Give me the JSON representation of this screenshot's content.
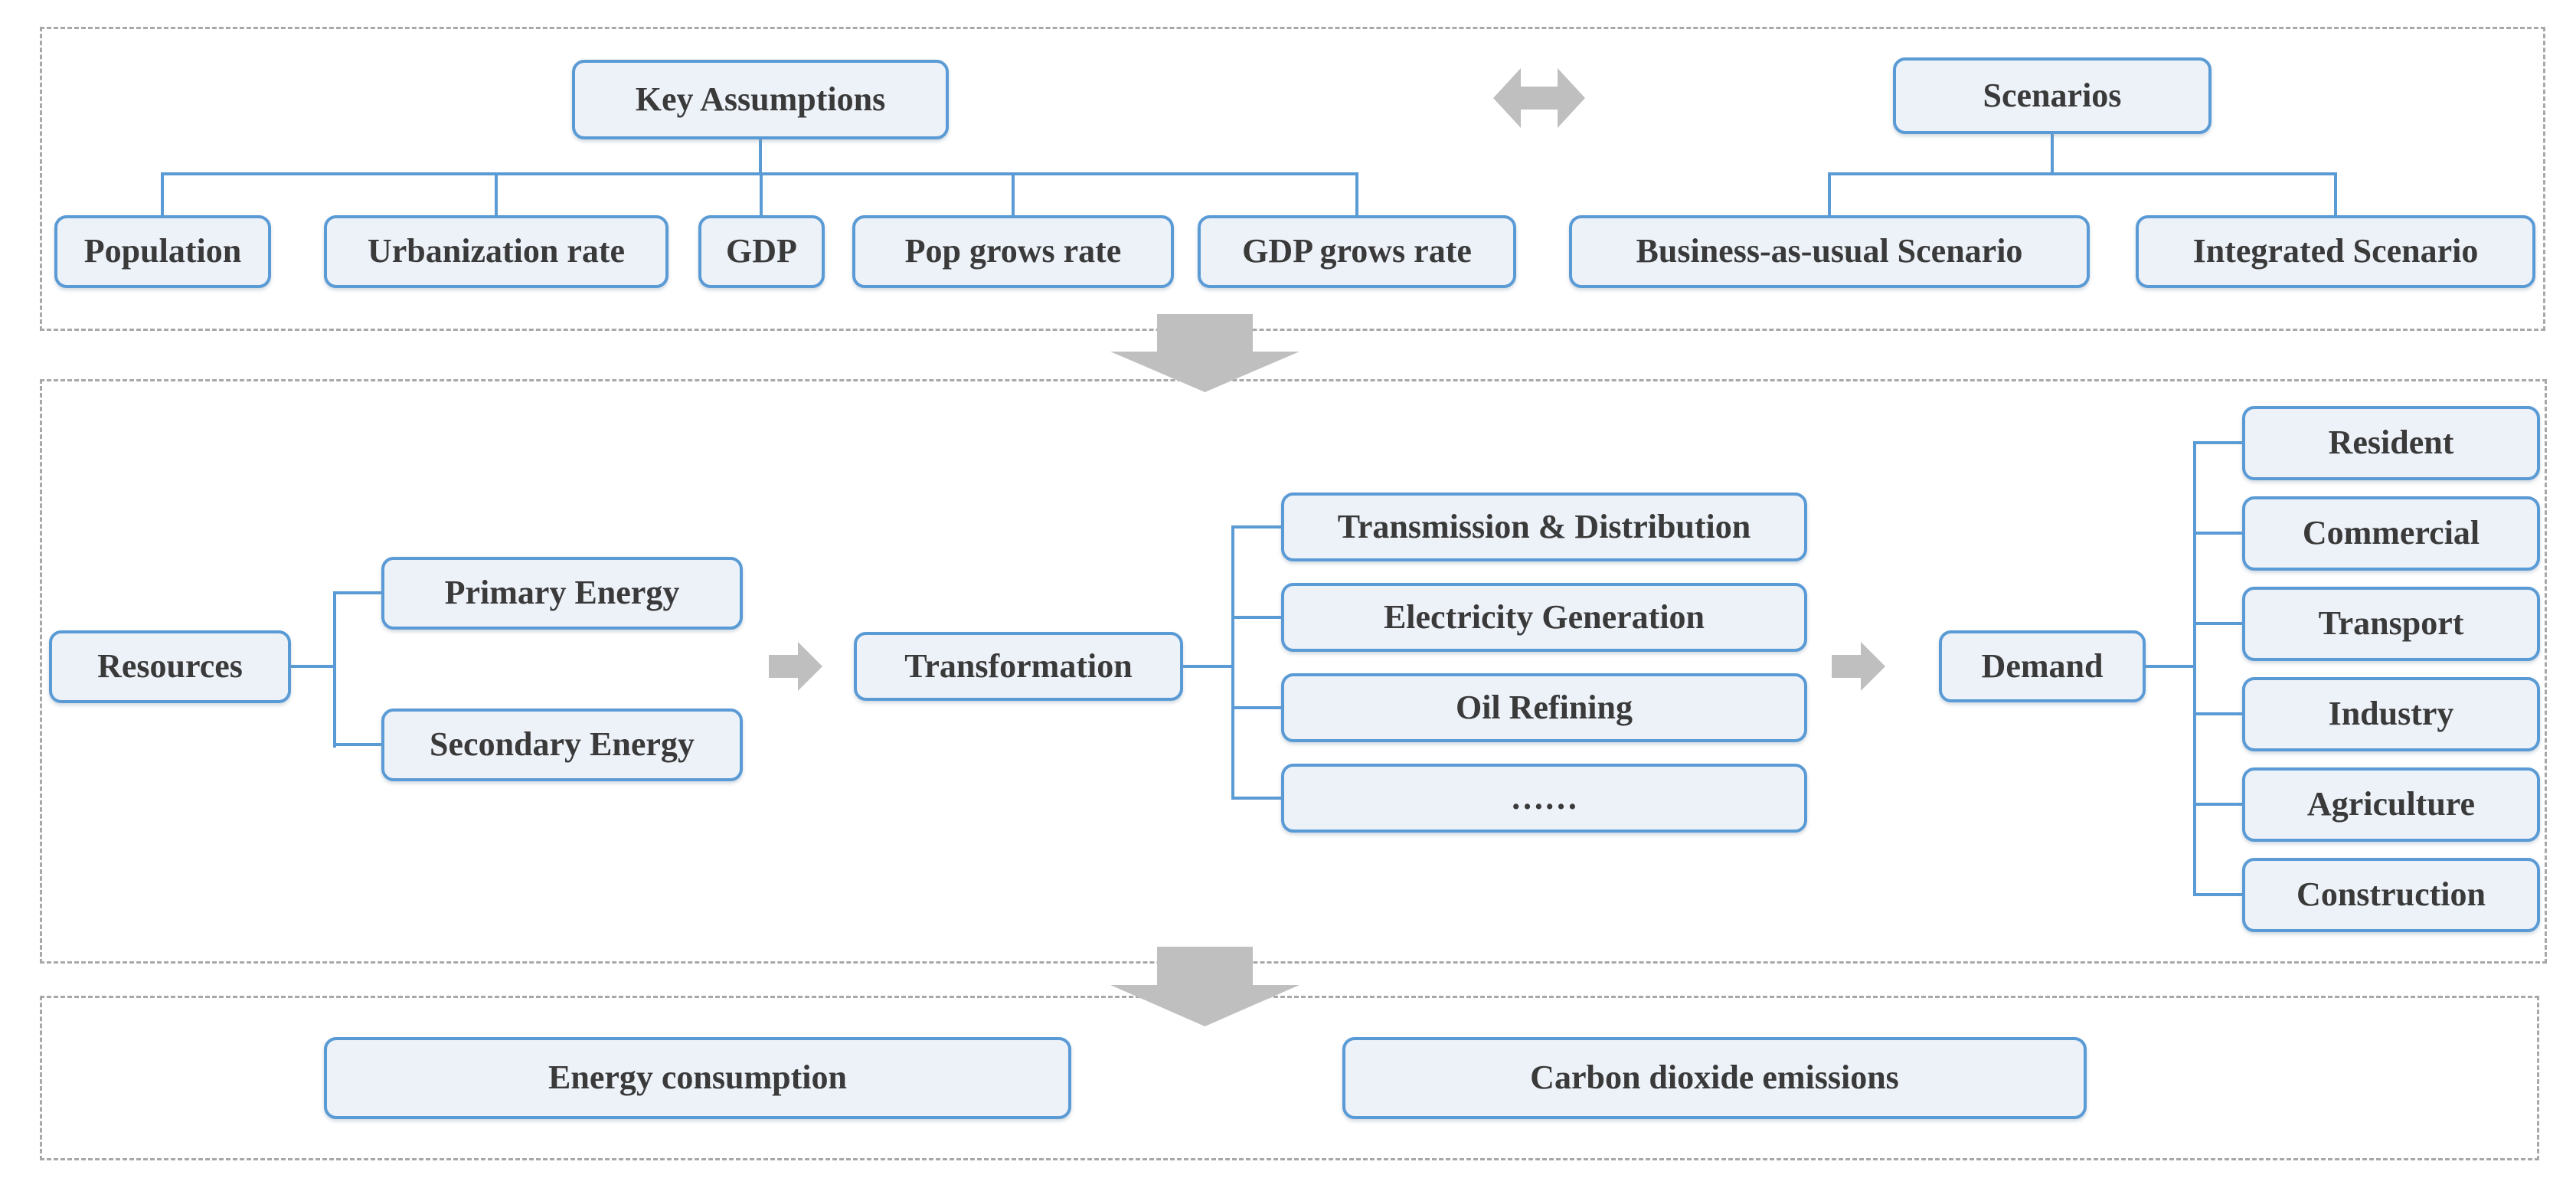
{
  "palette": {
    "box_fill": "#edf2f9",
    "box_border": "#5b9bd5",
    "connector_blue": "#5b9bd5",
    "arrow_gray": "#bfbfbf",
    "section_dash_gray": "#a8a8a8",
    "text_color": "#3a3a3a",
    "background": "#ffffff"
  },
  "icons": {
    "double_arrow": "left-right-block-arrow",
    "down_arrow": "down-block-arrow",
    "right_arrow": "right-block-arrow"
  },
  "top_section": {
    "key_assumptions": {
      "label": "Key Assumptions",
      "children": [
        "Population",
        "Urbanization rate",
        "GDP",
        "Pop grows rate",
        "GDP grows rate"
      ]
    },
    "scenarios": {
      "label": "Scenarios",
      "children": [
        "Business-as-usual Scenario",
        "Integrated Scenario"
      ]
    }
  },
  "middle_section": {
    "resources": {
      "label": "Resources",
      "children": [
        "Primary Energy",
        "Secondary Energy"
      ]
    },
    "transformation": {
      "label": "Transformation",
      "children": [
        "Transmission & Distribution",
        "Electricity Generation",
        "Oil Refining",
        "……"
      ]
    },
    "demand": {
      "label": "Demand",
      "children": [
        "Resident",
        "Commercial",
        "Transport",
        "Industry",
        "Agriculture",
        "Construction"
      ]
    }
  },
  "bottom_section": {
    "outputs": [
      "Energy consumption",
      "Carbon dioxide emissions"
    ]
  }
}
